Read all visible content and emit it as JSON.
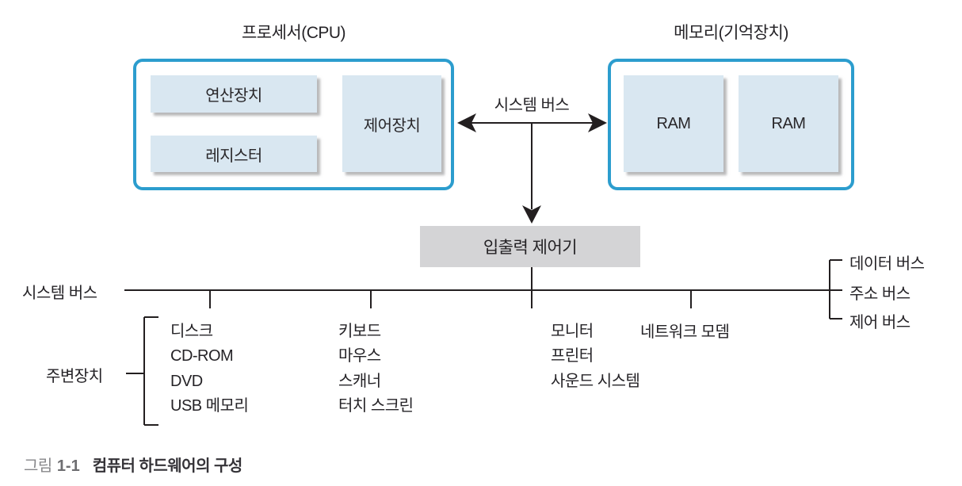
{
  "figure": {
    "cpu": {
      "title": "프로세서(CPU)",
      "units": [
        "연산장치",
        "레지스터",
        "제어장치"
      ]
    },
    "memory": {
      "title": "메모리(기억장치)",
      "modules": [
        "RAM",
        "RAM"
      ]
    },
    "system_bus_top_label": "시스템 버스",
    "io_controller_label": "입출력 제어기",
    "system_bus_left_label": "시스템 버스",
    "bus_types": [
      "데이터 버스",
      "주소 버스",
      "제어 버스"
    ],
    "peripherals_label": "주변장치",
    "peripheral_columns": [
      [
        "디스크",
        "CD-ROM",
        "DVD",
        "USB 메모리"
      ],
      [
        "키보드",
        "마우스",
        "스캐너",
        "터치 스크린"
      ],
      [
        "모니터",
        "프린터",
        "사운드 시스템"
      ],
      [
        "네트워크 모뎀"
      ]
    ],
    "caption": {
      "label": "그림",
      "number": "1-1",
      "title": "컴퓨터 하드웨어의 구성"
    }
  },
  "colors": {
    "accent_blue": "#2c9dce",
    "inner_box_fill": "#d9e7f1",
    "io_box_fill": "#d4d4d6",
    "line_color": "#231f20",
    "caption_gray": "#87878a",
    "text_color": "#252327"
  }
}
